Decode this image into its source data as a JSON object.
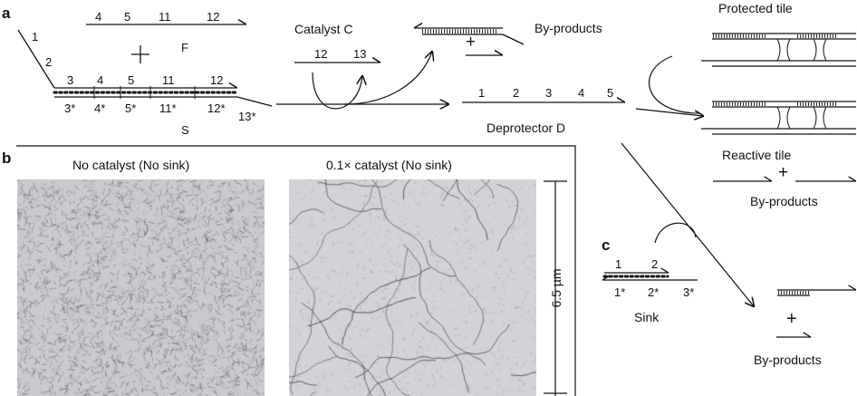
{
  "panels": {
    "a": "a",
    "b": "b",
    "c": "c"
  },
  "strand_S": {
    "top_domains": [
      "3",
      "4",
      "5",
      "11",
      "12"
    ],
    "bottom_domains": [
      "3*",
      "4*",
      "5*",
      "11*",
      "12*"
    ],
    "tail_domains": [
      "1",
      "2"
    ],
    "overhang_domain": "13*",
    "name": "S"
  },
  "strand_F": {
    "domains": [
      "4",
      "5",
      "11",
      "12"
    ],
    "name": "F",
    "operator": "+"
  },
  "catalyst": {
    "title": "Catalyst C",
    "domains": [
      "12",
      "13"
    ]
  },
  "byproducts_top": {
    "label": "By-products",
    "operator": "+"
  },
  "deprotector": {
    "domains": [
      "1",
      "2",
      "3",
      "4",
      "5"
    ],
    "label": "Deprotector D"
  },
  "protected_tile": {
    "label": "Protected tile"
  },
  "reactive_tile": {
    "label": "Reactive tile",
    "operator": "+"
  },
  "byproducts_right": {
    "label": "By-products"
  },
  "micrographs": {
    "left_title": "No catalyst (No sink)",
    "right_title": "0.1× catalyst (No sink)",
    "scale_label": "6.5 µm",
    "background": "#c9cacd",
    "filament_color": "#2a2a2e"
  },
  "sink": {
    "top_domains": [
      "1",
      "2"
    ],
    "bottom_domains": [
      "1*",
      "2*",
      "3*"
    ],
    "label": "Sink"
  },
  "byproducts_bottom": {
    "label": "By-products",
    "operator": "+"
  }
}
